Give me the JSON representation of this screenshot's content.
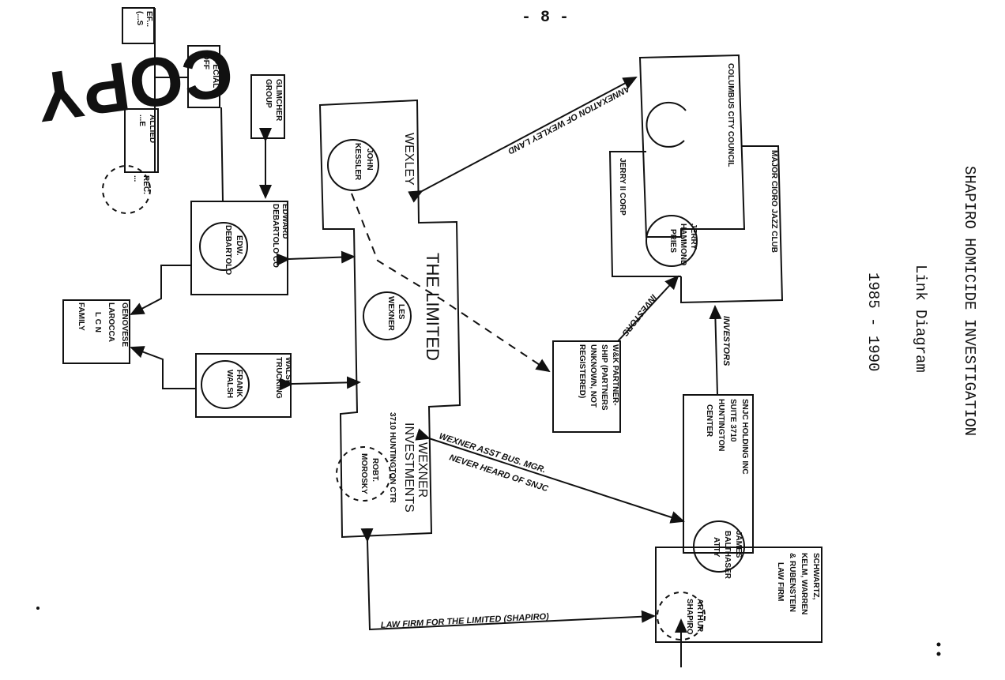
{
  "page": {
    "number_label": "- 8 -",
    "stamp": "COPY"
  },
  "header": {
    "title": "SHAPIRO HOMICIDE INVESTIGATION",
    "subtitle": "Link Diagram",
    "date_range": "1985 - 1990"
  },
  "nodes": {
    "fragment_top": [
      "EF...",
      "(...S"
    ],
    "special_off": [
      "SPECIAL",
      "OFF"
    ],
    "allied_fragment": [
      "ALLIED",
      "...E"
    ],
    "recd_fragment": [
      "REC.",
      "..."
    ],
    "glimcher_group": [
      "GLIMCHER",
      "GROUP"
    ],
    "edward_debartolo_co": [
      "EDWARD",
      "DEBARTOLO CO"
    ],
    "edw_debartolo_person": [
      "EDW.",
      "DEBARTOLO"
    ],
    "genovese_family": [
      "GENOVESE",
      "LAROCCA",
      "L C N",
      "FAMILY"
    ],
    "walsh_trucking": [
      "WALSH",
      "TRUCKING"
    ],
    "frank_walsh_person": [
      "FRANK",
      "WALSH"
    ],
    "wexley": "WEXLEY",
    "john_kessler_person": [
      "JOHN",
      "KESSLER"
    ],
    "the_limited": "THE LIMITED",
    "les_wexner_person": [
      "LES",
      "WEXNER"
    ],
    "wexner_investments": [
      "WEXNER",
      "INVESTMENTS",
      "3710 HUNTINGTON CTR"
    ],
    "robt_morosky_person": [
      "ROBT.",
      "MOROSKY"
    ],
    "columbus_city_council": "COLUMBUS CITY COUNCIL",
    "major_cioro_jazz_club": "MAJOR CIORO JAZZ CLUB",
    "jerry_ii_corp": "JERRY II CORP",
    "jerry_hammond_person": [
      "JERRY",
      "HAMMOND",
      "PRIES"
    ],
    "wk_partnership": [
      "W&K PARTNER-",
      "SHIP (PARTNERS",
      "UNKNOWN, NOT",
      "REGISTERED)"
    ],
    "snjc_holding": [
      "SNJC HOLDING INC",
      "SUITE 3710",
      "HUNTINGTON",
      "CENTER"
    ],
    "law_firm": [
      "SCHWARTZ,",
      "KELM, WARREN",
      "& RUBENSTEIN",
      "LAW FIRM"
    ],
    "james_balthaser_person": [
      "JAMES",
      "BALTHASER",
      "ATTY"
    ],
    "arthur_shapiro_person": [
      "ARTHUR",
      "SHAPIRO"
    ]
  },
  "edges": {
    "annexation": "ANNEXATION OF WEXLEY LAND",
    "investors_1": "INVESTORS",
    "investors_2": "INVESTORS",
    "wexner_asst": "WEXNER ASST BUS. MGR.",
    "never_heard": "NEVER HEARD OF SNJC",
    "law_firm_for_limited": "LAW FIRM FOR THE LIMITED (SHAPIRO)"
  }
}
